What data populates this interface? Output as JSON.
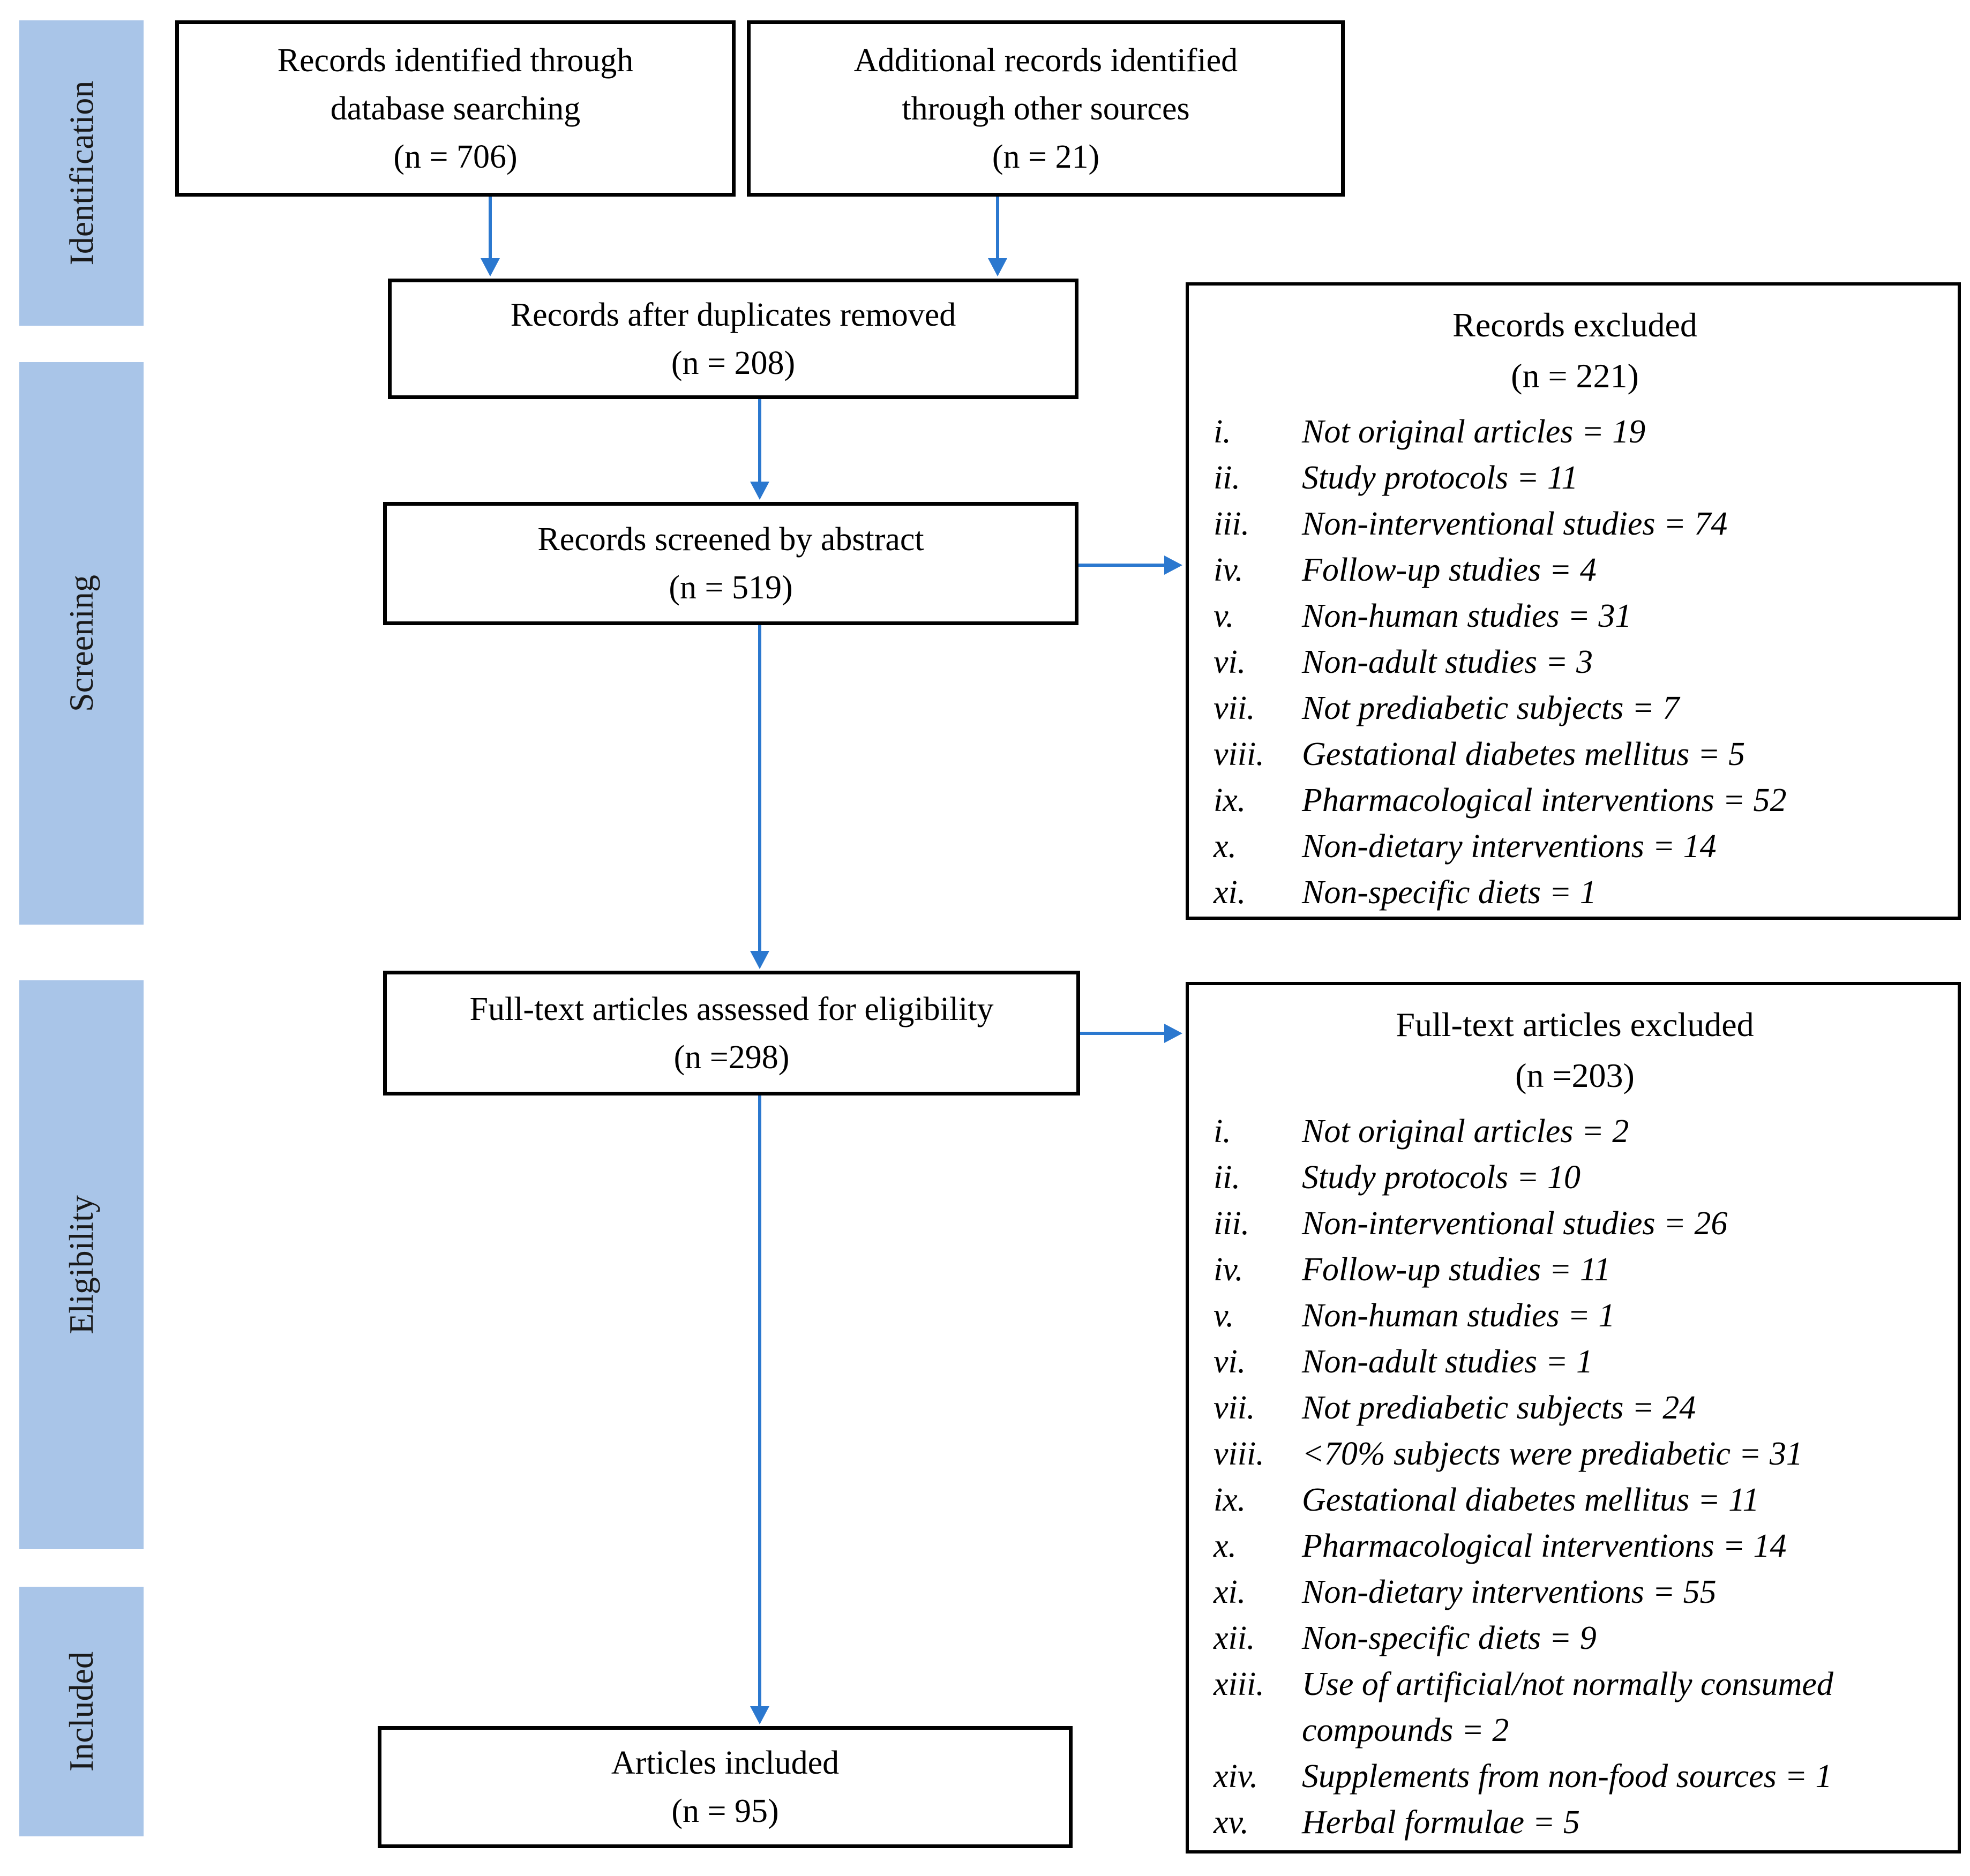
{
  "palette": {
    "sidebar_fill": "#a9c5e8",
    "arrow": "#2b78cf",
    "ink": "#000000"
  },
  "sidebar": {
    "stages": [
      "Identification",
      "Screening",
      "Eligibility",
      "Included"
    ]
  },
  "boxes": {
    "identified": {
      "lines": [
        "Records identified through",
        "database searching",
        "(n = 706)"
      ]
    },
    "additional": {
      "lines": [
        "Additional records identified",
        "through other sources",
        "(n = 21)"
      ]
    },
    "duplicates": {
      "lines": [
        "Records after duplicates removed",
        "(n = 208)"
      ]
    },
    "screened": {
      "lines": [
        "Records screened by abstract",
        "(n = 519)"
      ]
    },
    "fulltext": {
      "lines": [
        "Full-text articles assessed for eligibility",
        "(n =298)"
      ]
    },
    "included": {
      "lines": [
        "Articles included",
        "(n = 95)"
      ]
    },
    "records_excluded": {
      "title": "Records excluded",
      "count": "(n = 221)",
      "items": [
        {
          "num": "i.",
          "text": "Not original articles = 19"
        },
        {
          "num": "ii.",
          "text": "Study protocols = 11"
        },
        {
          "num": "iii.",
          "text": "Non-interventional studies = 74"
        },
        {
          "num": "iv.",
          "text": "Follow-up studies = 4"
        },
        {
          "num": "v.",
          "text": "Non-human studies = 31"
        },
        {
          "num": "vi.",
          "text": "Non-adult studies = 3"
        },
        {
          "num": "vii.",
          "text": "Not prediabetic subjects = 7"
        },
        {
          "num": "viii.",
          "text": "Gestational diabetes mellitus = 5"
        },
        {
          "num": "ix.",
          "text": "Pharmacological interventions = 52"
        },
        {
          "num": "x.",
          "text": "Non-dietary interventions = 14"
        },
        {
          "num": "xi.",
          "text": "Non-specific diets = 1"
        }
      ]
    },
    "fulltext_excluded": {
      "title": "Full-text articles excluded",
      "count": "(n =203)",
      "items": [
        {
          "num": "i.",
          "text": "Not original articles = 2"
        },
        {
          "num": "ii.",
          "text": "Study protocols = 10"
        },
        {
          "num": "iii.",
          "text": "Non-interventional studies = 26"
        },
        {
          "num": "iv.",
          "text": "Follow-up studies = 11"
        },
        {
          "num": "v.",
          "text": "Non-human studies = 1"
        },
        {
          "num": "vi.",
          "text": "Non-adult studies = 1"
        },
        {
          "num": "vii.",
          "text": "Not prediabetic subjects = 24"
        },
        {
          "num": "viii.",
          "text": "<70% subjects were prediabetic = 31"
        },
        {
          "num": "ix.",
          "text": "Gestational diabetes mellitus = 11"
        },
        {
          "num": "x.",
          "text": "Pharmacological interventions = 14"
        },
        {
          "num": "xi.",
          "text": "Non-dietary interventions = 55"
        },
        {
          "num": "xii.",
          "text": "Non-specific diets = 9"
        },
        {
          "num": "xiii.",
          "text": "Use of artificial/not normally consumed compounds = 2"
        },
        {
          "num": "xiv.",
          "text": "Supplements from non-food sources = 1"
        },
        {
          "num": "xv.",
          "text": "Herbal formulae = 5"
        }
      ]
    }
  }
}
